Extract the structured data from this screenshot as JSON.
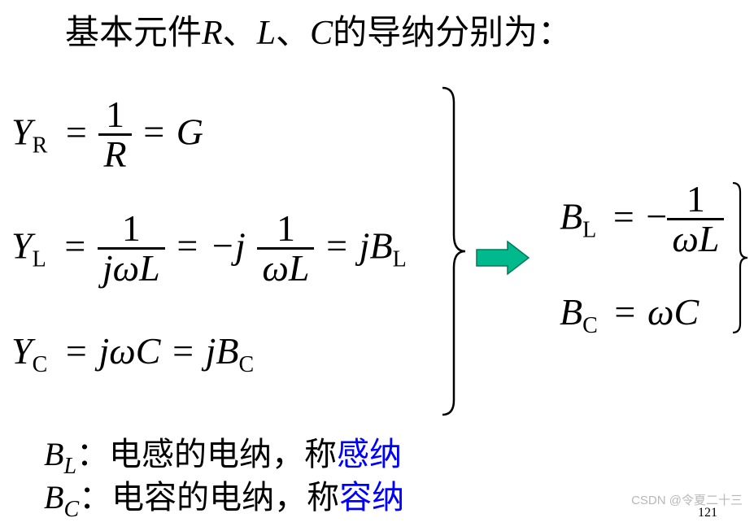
{
  "title": {
    "text_before": "基本元件",
    "r": "R",
    "sep1": "、",
    "l": "L",
    "sep2": "、",
    "c": "C",
    "text_after": "的导纳分别为："
  },
  "eq_r": {
    "lhs": "Y",
    "sub": "R",
    "eq1": "=",
    "num": "1",
    "den": "R",
    "eq2": "=",
    "rhs": "G"
  },
  "eq_l": {
    "lhs": "Y",
    "sub": "L",
    "eq1": "=",
    "num1": "1",
    "den1": "jωL",
    "eq2": "=",
    "neg_j": "−j",
    "num2": "1",
    "den2": "ωL",
    "eq3": "=",
    "rhs": "jB",
    "rhs_sub": "L"
  },
  "eq_c": {
    "lhs": "Y",
    "sub": "C",
    "eq1": "=",
    "mid": "jωC",
    "eq2": "=",
    "rhs": "jB",
    "rhs_sub": "C"
  },
  "result_l": {
    "lhs": "B",
    "sub": "L",
    "eq": "=",
    "neg": "−",
    "num": "1",
    "den": "ωL"
  },
  "result_c": {
    "lhs": "B",
    "sub": "C",
    "eq": "=",
    "rhs": "ωC"
  },
  "def_l": {
    "sym": "B",
    "sub": "L",
    "colon": "：",
    "text": "电感的电纳，称",
    "term": "感纳"
  },
  "def_c": {
    "sym": "B",
    "sub": "C",
    "colon": "：",
    "text": "电容的电纳，称",
    "term": "容纳"
  },
  "watermark": "CSDN @令夏二十三",
  "page_number": "121",
  "colors": {
    "arrow_fill": "#00b98c",
    "arrow_stroke": "#007a5a",
    "term": "#0000ff"
  }
}
